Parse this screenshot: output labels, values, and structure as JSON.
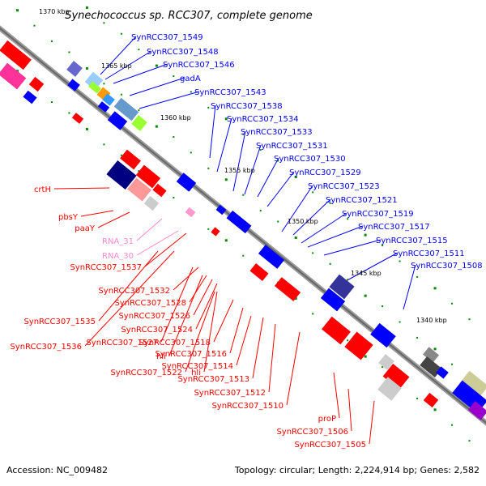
{
  "title": "Synechococcus sp. RCC307, complete genome",
  "footer": {
    "accession": "Accession: NC_009482",
    "topology": "Topology: circular; Length: 2,224,914 bp; Genes: 2,582"
  },
  "colors": {
    "forward": "#ff0000",
    "reverse": "#0000ff",
    "rna": "#ff88cc",
    "gc_marks": "#008800",
    "backbone": "#777777"
  },
  "kbp_labels": [
    "1370 kbp",
    "1365 kbp",
    "1360 kbp",
    "1355 kbp",
    "1350 kbp",
    "1345 kbp",
    "1340 kbp"
  ],
  "reverse_labels": [
    "SynRCC307_1549",
    "SynRCC307_1548",
    "SynRCC307_1546",
    "gadA",
    "SynRCC307_1543",
    "SynRCC307_1538",
    "SynRCC307_1534",
    "SynRCC307_1533",
    "SynRCC307_1531",
    "SynRCC307_1530",
    "SynRCC307_1529",
    "SynRCC307_1523",
    "SynRCC307_1521",
    "SynRCC307_1519",
    "SynRCC307_1517",
    "SynRCC307_1515",
    "SynRCC307_1511",
    "SynRCC307_1508"
  ],
  "forward_labels": [
    "crtH",
    "pbsY",
    "paaY",
    "RNA_31",
    "RNA_30",
    "SynRCC307_1537",
    "SynRCC307_1532",
    "SynRCC307_1528",
    "SynRCC307_1535",
    "SynRCC307_1526",
    "SynRCC307_1524",
    "SynRCC307_1536",
    "SynRCC307_1527",
    "SynRCC307_1518",
    "hli",
    "SynRCC307_1516",
    "SynRCC307_1522",
    "hli",
    "SynRCC307_1514",
    "SynRCC307_1513",
    "SynRCC307_1512",
    "SynRCC307_1510",
    "proP",
    "SynRCC307_1506",
    "SynRCC307_1505"
  ]
}
